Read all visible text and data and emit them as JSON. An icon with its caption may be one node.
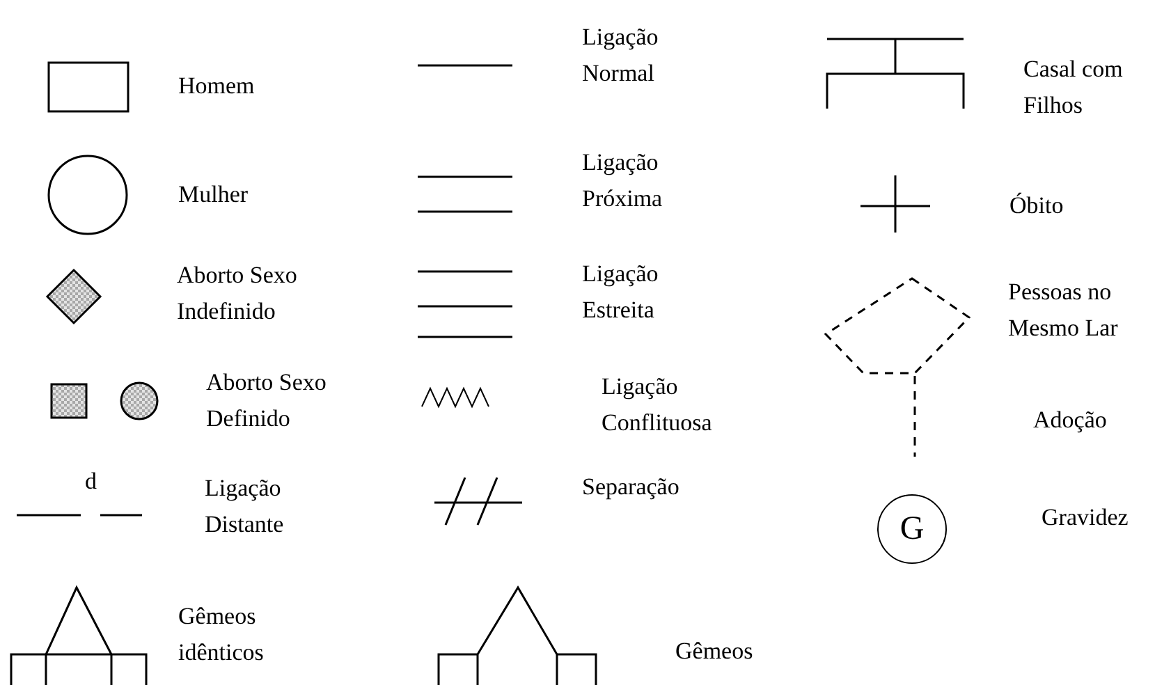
{
  "diagram": {
    "nodes": [
      {
        "text": [
          "G"
        ]
      }
    ],
    "labels": [
      "d"
    ],
    "legend": [
      {
        "text": "Homem"
      },
      {
        "text": "Mulher"
      },
      {
        "text": "Aborto Sexo Indefinido"
      },
      {
        "text": "Aborto Sexo Definido"
      },
      {
        "text": "Ligação Distante"
      },
      {
        "text": "Gêmeos idênticos"
      },
      {
        "text": "Ligação Normal"
      },
      {
        "text": "Ligação Próxima"
      },
      {
        "text": "Ligação Estreita"
      },
      {
        "text": "Ligação Conflituosa"
      },
      {
        "text": "Separação"
      },
      {
        "text": "Gêmeos"
      },
      {
        "text": "Casal com Filhos"
      },
      {
        "text": "Óbito"
      },
      {
        "text": "Pessoas no Mesmo Lar"
      },
      {
        "text": "Adoção"
      },
      {
        "text": "Gravidez"
      }
    ]
  }
}
